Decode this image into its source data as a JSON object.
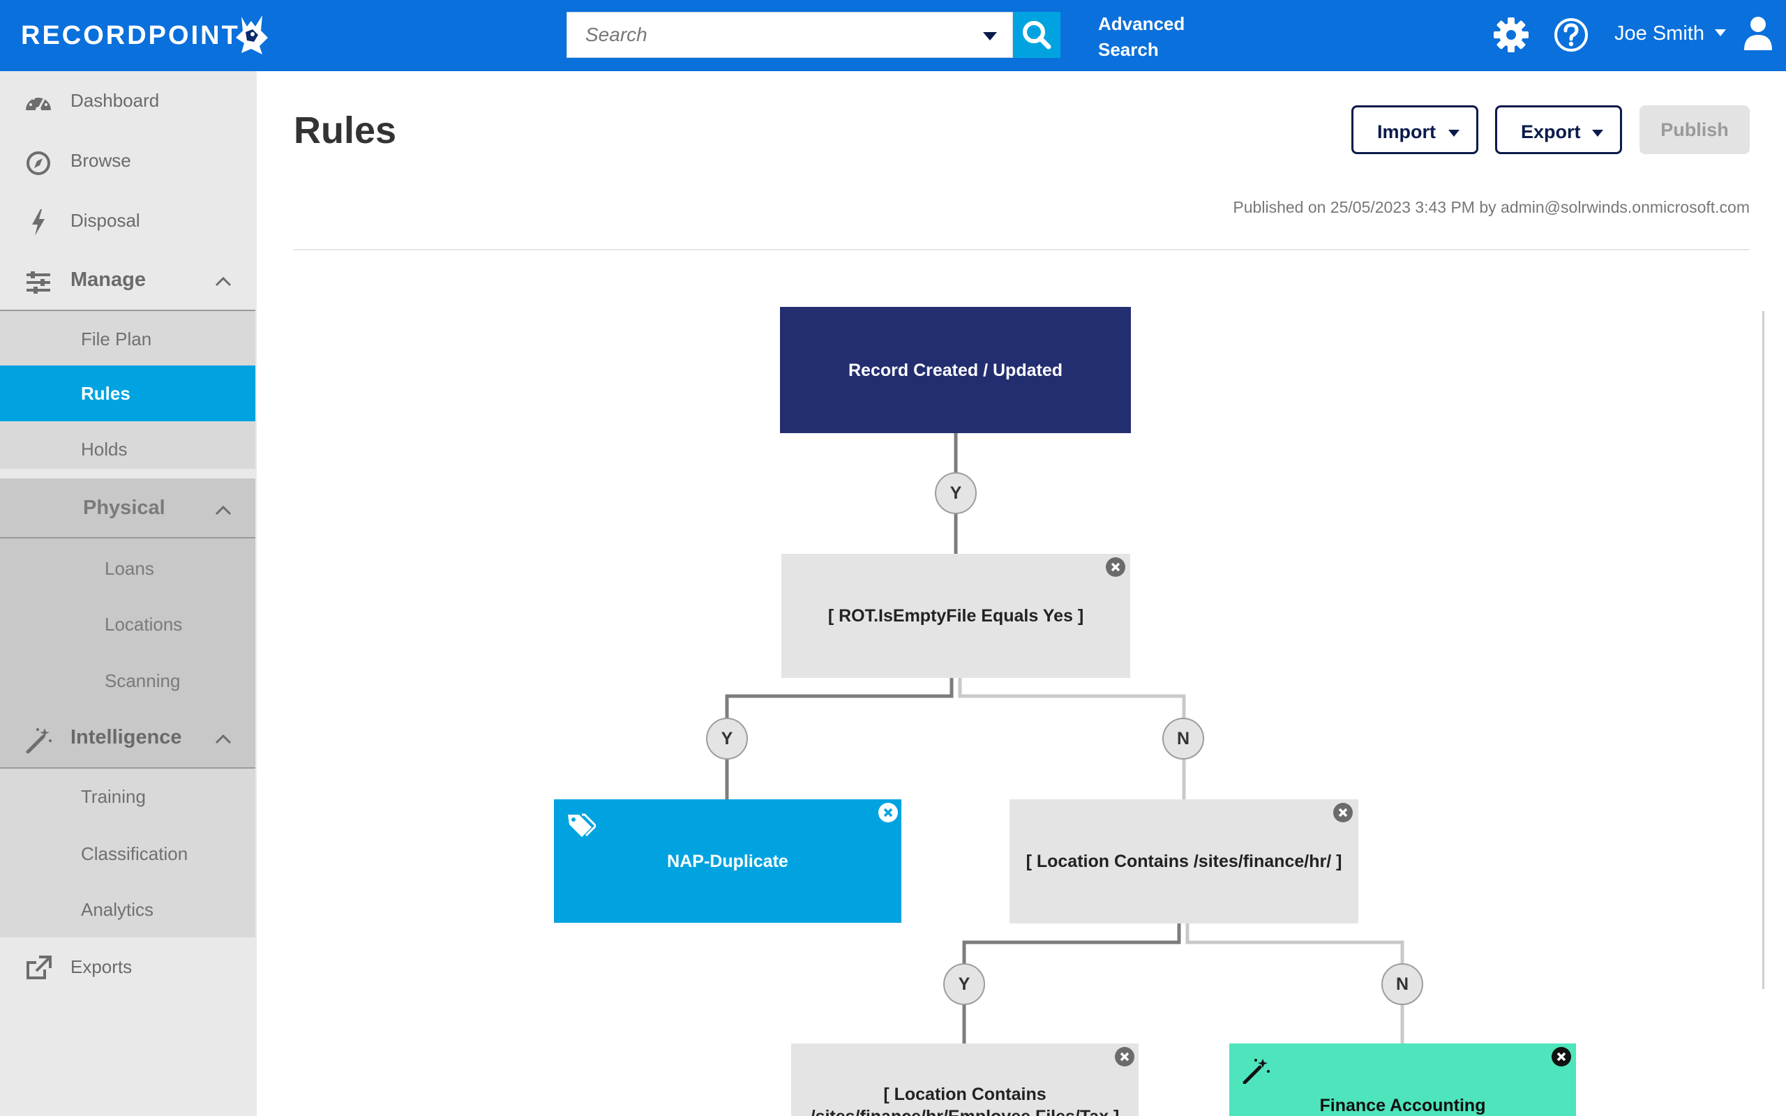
{
  "header": {
    "logo_text": "RECORDPOINT",
    "search_placeholder": "Search",
    "advanced_search_line1": "Advanced",
    "advanced_search_line2": "Search",
    "user_name": "Joe Smith"
  },
  "sidebar": {
    "dashboard": "Dashboard",
    "browse": "Browse",
    "disposal": "Disposal",
    "manage": "Manage",
    "manage_items": [
      "File Plan",
      "Rules",
      "Holds"
    ],
    "physical": "Physical",
    "physical_items": [
      "Loans",
      "Locations",
      "Scanning"
    ],
    "intelligence": "Intelligence",
    "intelligence_items": [
      "Training",
      "Classification",
      "Analytics"
    ],
    "exports": "Exports",
    "active_item": "Rules"
  },
  "main": {
    "title": "Rules",
    "import_label": "Import",
    "export_label": "Export",
    "publish_label": "Publish",
    "published_text": "Published on 25/05/2023 3:43 PM by admin@solrwinds.onmicrosoft.com"
  },
  "flow": {
    "start_node": "Record Created / Updated",
    "cond1": "[ ROT.IsEmptyFile Equals Yes ]",
    "tag_node": "NAP-Duplicate",
    "cond2": "[ Location Contains /sites/finance/hr/ ]",
    "cond3": "[ Location Contains /sites/finance/hr/Employee Files/Tax ]",
    "green_node": "Finance Accounting",
    "branch_y": "Y",
    "branch_n": "N"
  },
  "colors": {
    "topbar": "#0a70dc",
    "accent": "#00a3e0",
    "start_node": "#232e70",
    "condition_node": "#e4e4e4",
    "classification_node": "#4ee4bc"
  }
}
